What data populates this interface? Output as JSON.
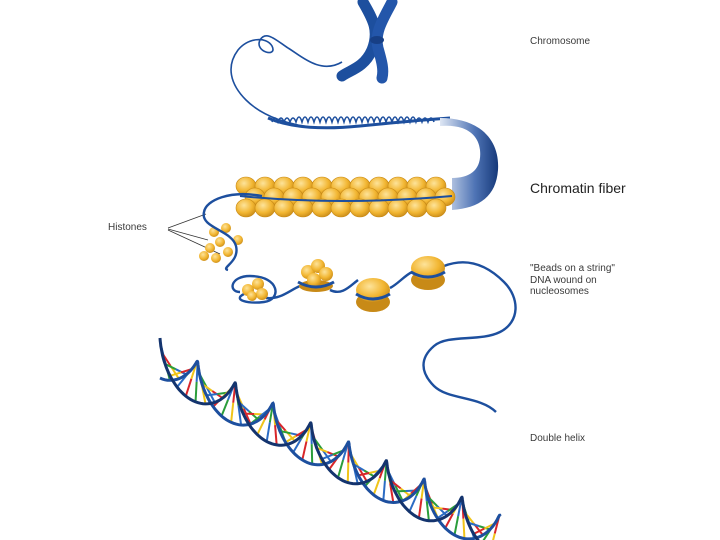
{
  "labels": {
    "chromosome": "Chromosome",
    "chromatin_fiber": "Chromatin fiber",
    "histones": "Histones",
    "beads_on_string": "\"Beads on a string\"\nDNA wound on\nnucleosomes",
    "double_helix": "Double helix"
  },
  "colors": {
    "dna_blue": "#1d4f9e",
    "dna_dark": "#14346e",
    "histone_gold": "#f2b632",
    "histone_shadow": "#c88a17",
    "base_red": "#d8262a",
    "base_green": "#2a9d3a",
    "base_yellow": "#f0c419",
    "base_blue": "#2b6cc4"
  }
}
